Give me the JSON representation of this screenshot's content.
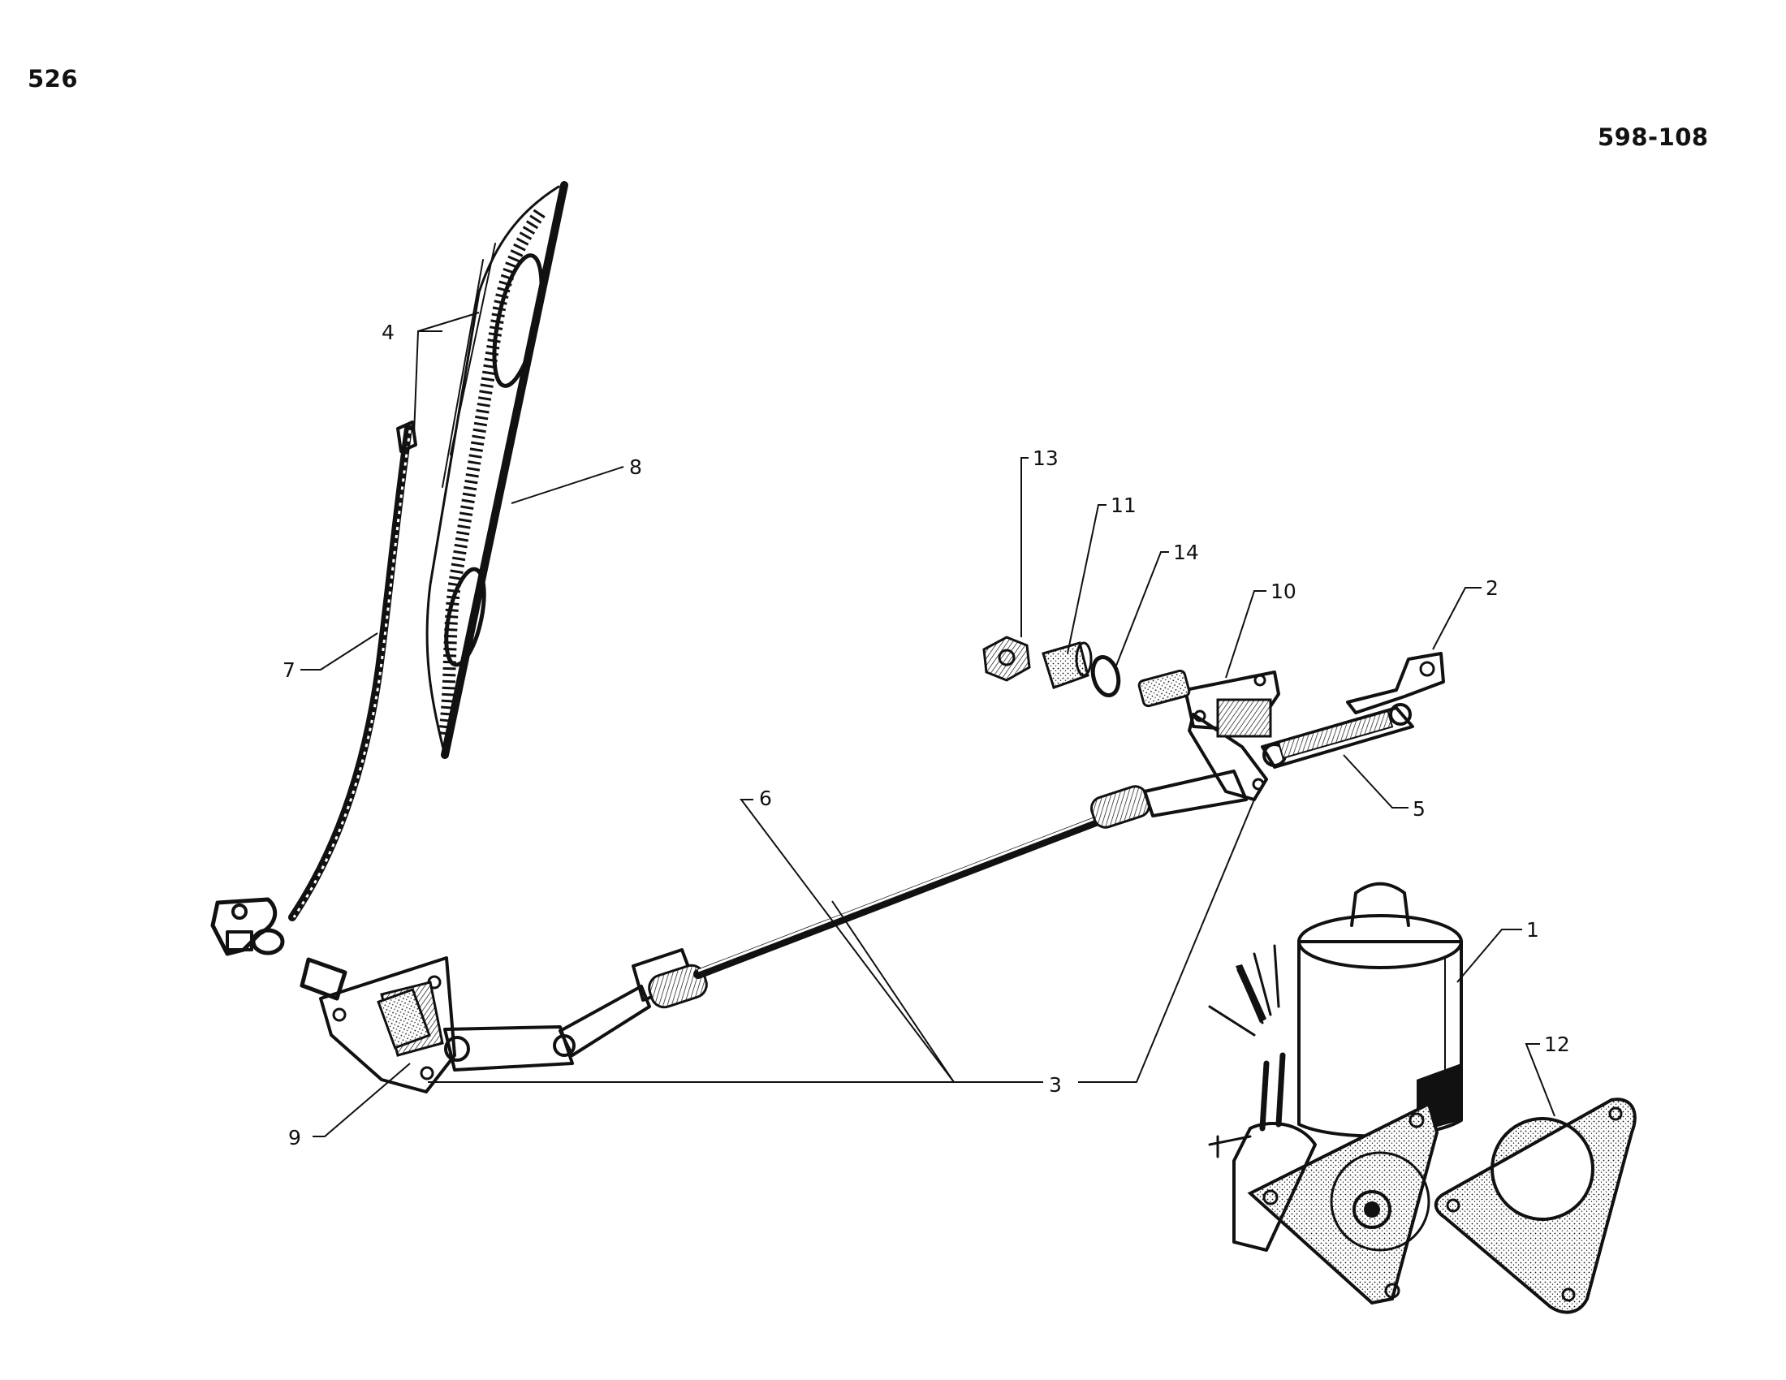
{
  "header": {
    "page_number": "526",
    "plate_code": "598-108"
  },
  "callouts": [
    {
      "id": "c1",
      "label": "1"
    },
    {
      "id": "c2",
      "label": "2"
    },
    {
      "id": "c3",
      "label": "3"
    },
    {
      "id": "c4",
      "label": "4"
    },
    {
      "id": "c5",
      "label": "5"
    },
    {
      "id": "c6",
      "label": "6"
    },
    {
      "id": "c7",
      "label": "7"
    },
    {
      "id": "c8",
      "label": "8"
    },
    {
      "id": "c9",
      "label": "9"
    },
    {
      "id": "c10",
      "label": "10"
    },
    {
      "id": "c11",
      "label": "11"
    },
    {
      "id": "c12",
      "label": "12"
    },
    {
      "id": "c13",
      "label": "13"
    },
    {
      "id": "c14",
      "label": "14"
    }
  ]
}
